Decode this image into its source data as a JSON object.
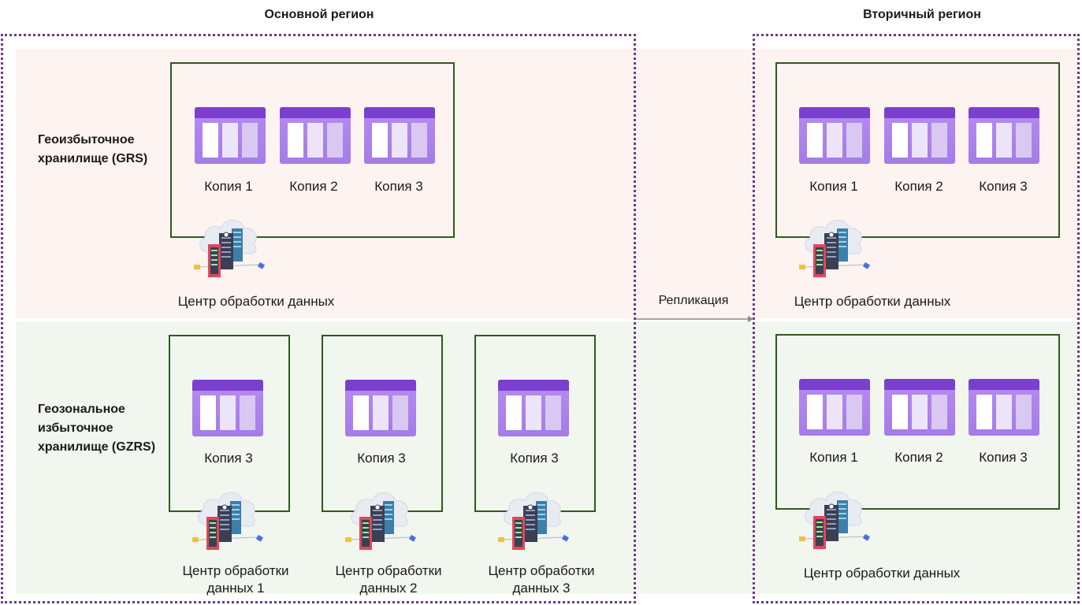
{
  "regions": {
    "primary_title": "Основной регион",
    "secondary_title": "Вторичный регион"
  },
  "rows": {
    "grs_label": "Геоизбыточное хранилище (GRS)",
    "gzrs_label": "Геозональное избыточное хранилище (GZRS)"
  },
  "grs": {
    "primary": {
      "copies": [
        "Копия 1",
        "Копия 2",
        "Копия 3"
      ],
      "datacenter": "Центр обработки данных"
    },
    "secondary": {
      "copies": [
        "Копия 1",
        "Копия 2",
        "Копия 3"
      ],
      "datacenter": "Центр обработки данных"
    }
  },
  "gzrs": {
    "primary": {
      "zones": [
        {
          "copy": "Копия 3",
          "datacenter": "Центр обработки данных 1"
        },
        {
          "copy": "Копия 3",
          "datacenter": "Центр обработки данных 2"
        },
        {
          "copy": "Копия 3",
          "datacenter": "Центр обработки данных 3"
        }
      ]
    },
    "secondary": {
      "copies": [
        "Копия 1",
        "Копия 2",
        "Копия 3"
      ],
      "datacenter": "Центр обработки данных"
    }
  },
  "replication_label": "Репликация",
  "icons": {
    "storage": "storage-blob-icon",
    "datacenter": "datacenter-icon"
  },
  "colors": {
    "region_border": "#6e3a86",
    "box_border": "#2f5a1e",
    "storage_top": "#7b3fd0",
    "grs_band": "#fdf3f0",
    "gzrs_band": "#f1f6ee"
  }
}
